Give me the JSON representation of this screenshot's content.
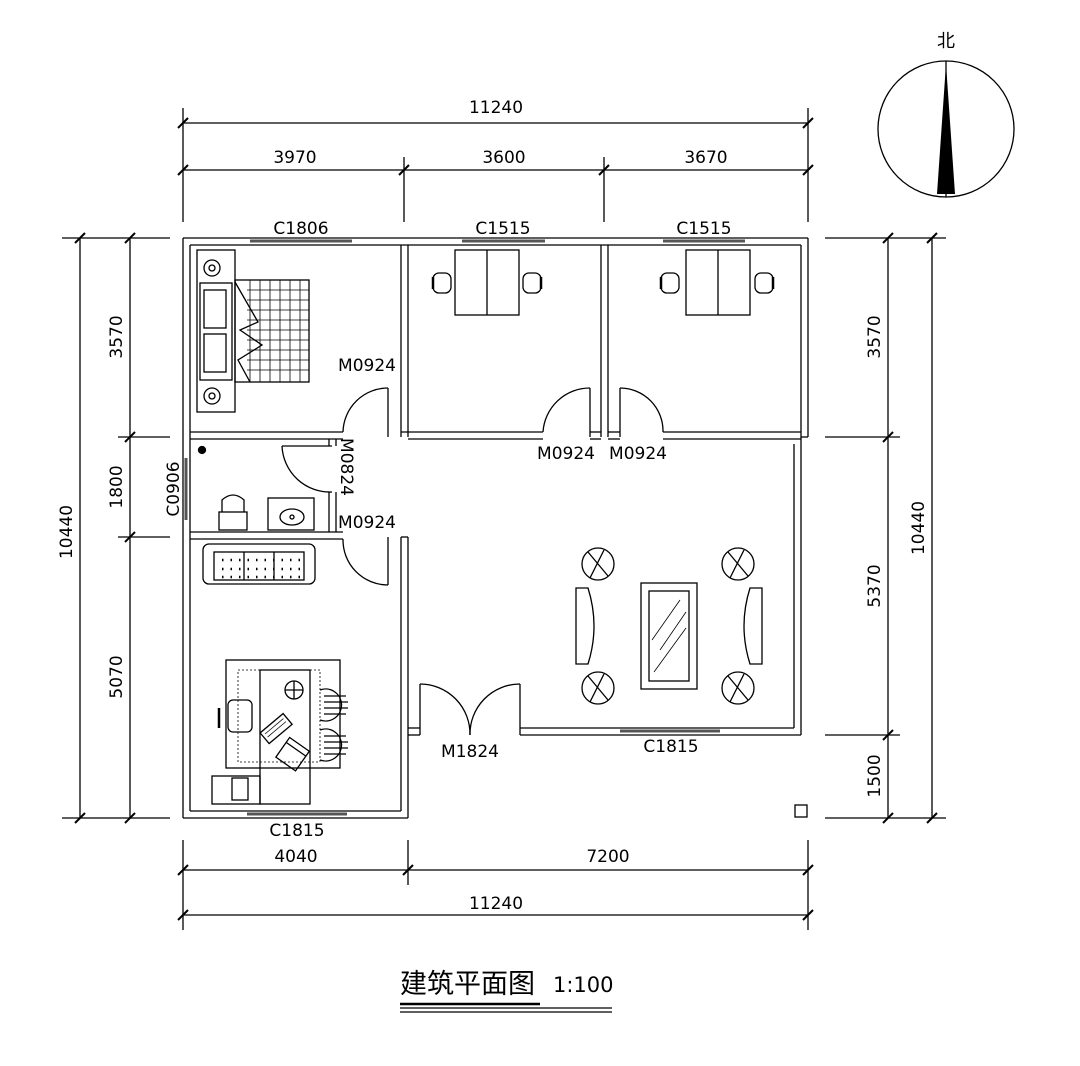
{
  "north": {
    "label": "北",
    "icon": "north-arrow-icon"
  },
  "dimensions": {
    "total_top": "11240",
    "top_segments": [
      "3970",
      "3600",
      "3670"
    ],
    "left_total": "10440",
    "left_segments": [
      "3570",
      "1800",
      "5070"
    ],
    "right_total": "10440",
    "right_segments": [
      "3570",
      "5370",
      "1500"
    ],
    "bottom_segments": [
      "4040",
      "7200"
    ],
    "total_bottom": "11240"
  },
  "openings": {
    "window_c1806": "C1806",
    "window_c1515_a": "C1515",
    "window_c1515_b": "C1515",
    "window_c0906": "C0906",
    "window_c1815_living": "C1815",
    "window_c1815_study": "C1815",
    "door_m0924_bedroom": "M0924",
    "door_m0924_room2": "M0924",
    "door_m0924_room3": "M0924",
    "door_m0824_bath": "M0824",
    "door_m0924_study": "M0924",
    "door_m1824_entry": "M1824"
  },
  "title": {
    "text": "建筑平面图",
    "scale": "1:100"
  }
}
